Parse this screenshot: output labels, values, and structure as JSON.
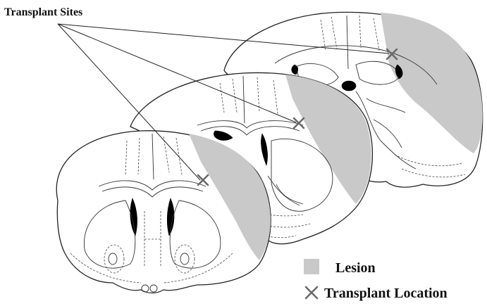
{
  "title": "Transplant Sites",
  "legend": {
    "lesion_label": "Lesion",
    "transplant_label": "Transplant Location",
    "lesion_color": "#c9c9c9",
    "transplant_mark_color": "#6a6a6a"
  },
  "icons": {
    "lesion_swatch": "gray-square-icon",
    "transplant_mark": "x-mark-icon"
  }
}
